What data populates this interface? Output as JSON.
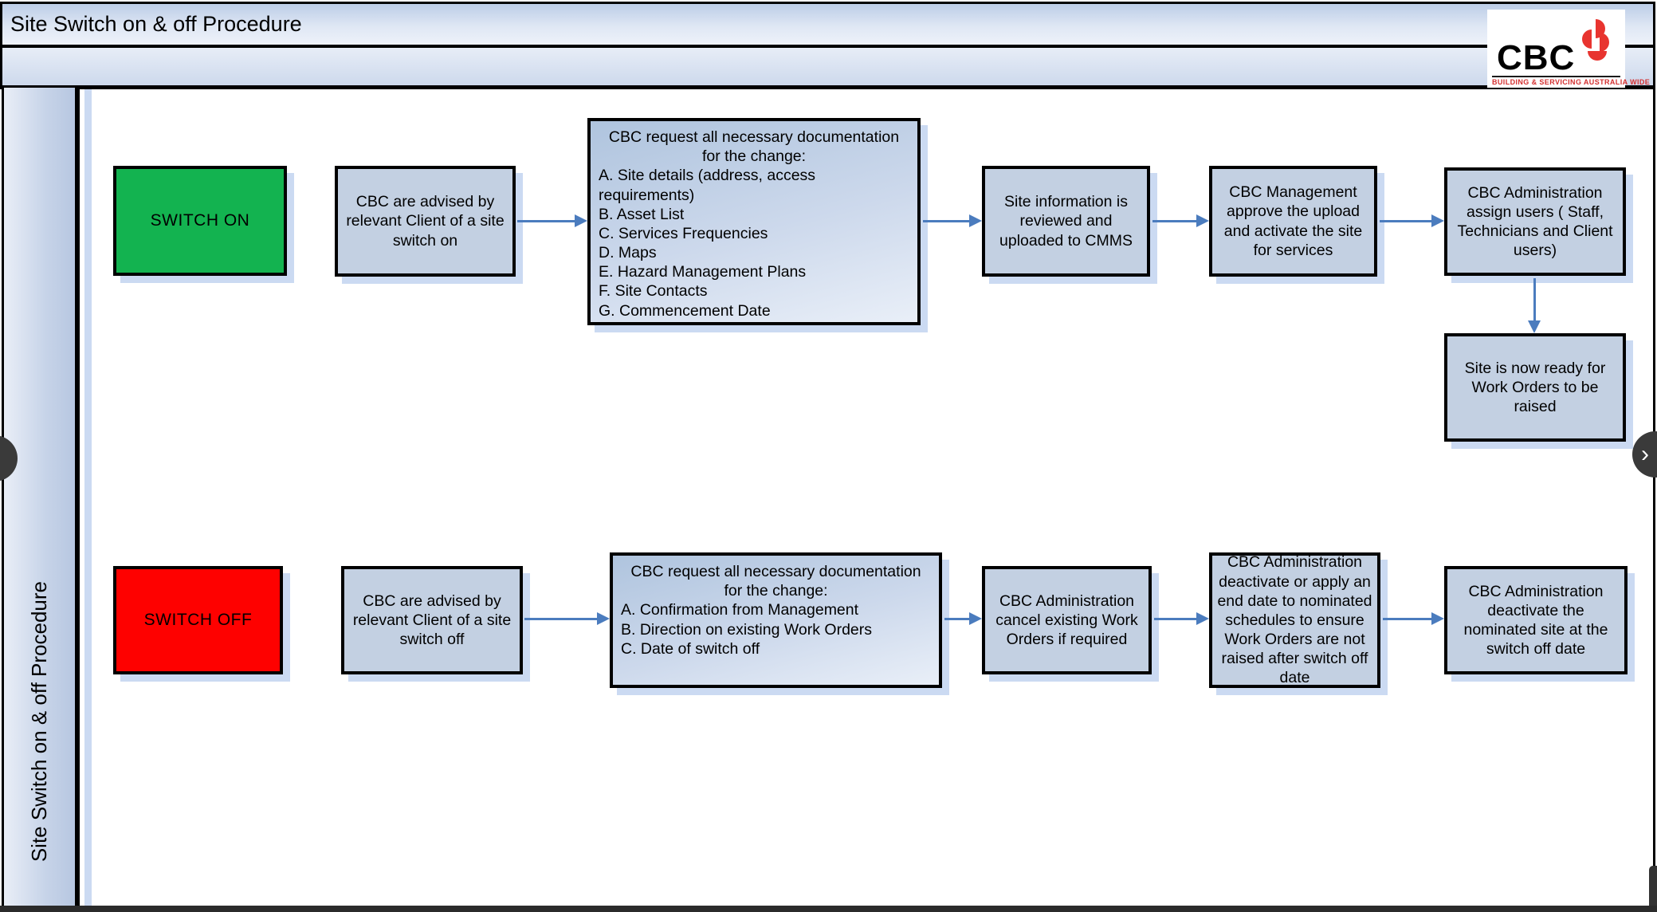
{
  "page": {
    "title": "Site Switch on & off Procedure"
  },
  "sidebar": {
    "label": "Site Switch on & off Procedure"
  },
  "logo": {
    "name": "CBC",
    "tagline": "BUILDING & SERVICING AUSTRALIA WIDE",
    "mark_color": "#e8342f"
  },
  "nav": {
    "next_label": "›"
  },
  "colors": {
    "switch_on": "#13b350",
    "switch_off": "#fe0100",
    "node_fill": "#c3d0e2",
    "arrow": "#4b7cbe",
    "shadow": "#cbdaf2",
    "header_gradient_top": "#bccde7",
    "header_gradient_bottom": "#eef2fa"
  },
  "flow_on": {
    "start": "SWITCH ON",
    "advise": "CBC are advised by relevant Client of a site switch on",
    "request_title": "CBC request all necessary documentation for the change:",
    "request_items": [
      "A. Site details (address, access requirements)",
      "B. Asset List",
      "C. Services Frequencies",
      "D. Maps",
      "E. Hazard Management Plans",
      "F. Site Contacts",
      "G. Commencement Date"
    ],
    "review": "Site information is reviewed and uploaded to CMMS",
    "approve": "CBC Management approve the upload and activate the site for services",
    "assign": "CBC Administration assign users ( Staff, Technicians and Client users)",
    "ready": "Site is now ready for Work Orders to be raised"
  },
  "flow_off": {
    "start": "SWITCH OFF",
    "advise": "CBC are advised by relevant Client of a site switch off",
    "request_title": "CBC request all necessary documentation for the change:",
    "request_items": [
      "A. Confirmation from Management",
      "B. Direction on existing Work Orders",
      "C. Date of switch off"
    ],
    "cancel": "CBC Administration cancel existing Work Orders if required",
    "deactivate_schedules": "CBC Administration deactivate or apply an end date to nominated schedules to ensure Work Orders are not raised after switch off date",
    "deactivate_site": "CBC Administration deactivate the nominated site at the switch off date"
  }
}
